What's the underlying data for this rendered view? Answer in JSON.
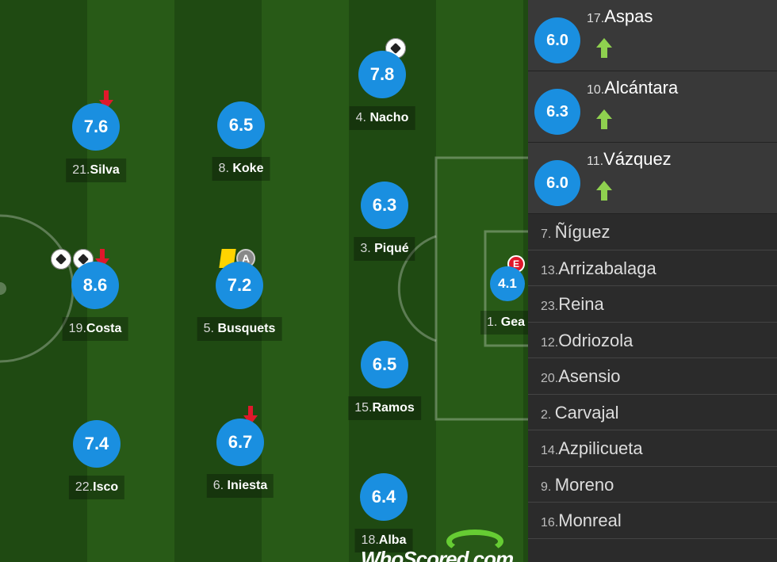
{
  "starters": [
    {
      "num": "21.",
      "name": "Silva",
      "rating": "7.6",
      "icons": [
        "sub-off-icon"
      ]
    },
    {
      "num": "8. ",
      "name": "Koke",
      "rating": "6.5",
      "icons": []
    },
    {
      "num": "4. ",
      "name": "Nacho",
      "rating": "7.8",
      "icons": [
        "goal-ball-icon"
      ]
    },
    {
      "num": "3. ",
      "name": "Piqué",
      "rating": "6.3",
      "icons": []
    },
    {
      "num": "19.",
      "name": "Costa",
      "rating": "8.6",
      "icons": [
        "goal-ball-icon",
        "goal-ball-icon",
        "sub-off-icon"
      ]
    },
    {
      "num": "5. ",
      "name": "Busquets",
      "rating": "7.2",
      "icons": [
        "yellow-card-icon",
        "captain-icon"
      ]
    },
    {
      "num": "1. ",
      "name": "Gea",
      "rating": "4.1",
      "icons": [
        "own-goal-error-icon"
      ]
    },
    {
      "num": "15.",
      "name": "Ramos",
      "rating": "6.5",
      "icons": []
    },
    {
      "num": "22.",
      "name": "Isco",
      "rating": "7.4",
      "icons": []
    },
    {
      "num": "6. ",
      "name": "Iniesta",
      "rating": "6.7",
      "icons": [
        "sub-off-icon"
      ]
    },
    {
      "num": "18.",
      "name": "Alba",
      "rating": "6.4",
      "icons": []
    }
  ],
  "icon_labels": {
    "captain": "A",
    "error": "E"
  },
  "subs_in": [
    {
      "num": "17.",
      "name": "Aspas",
      "rating": "6.0"
    },
    {
      "num": "10.",
      "name": "Alcántara",
      "rating": "6.3"
    },
    {
      "num": "11.",
      "name": "Vázquez",
      "rating": "6.0"
    }
  ],
  "bench": [
    {
      "num": "7. ",
      "name": "Ñíguez"
    },
    {
      "num": "13.",
      "name": "Arrizabalaga"
    },
    {
      "num": "23.",
      "name": "Reina"
    },
    {
      "num": "12.",
      "name": "Odriozola"
    },
    {
      "num": "20.",
      "name": "Asensio"
    },
    {
      "num": "2. ",
      "name": "Carvajal"
    },
    {
      "num": "14.",
      "name": "Azpilicueta"
    },
    {
      "num": "9. ",
      "name": "Moreno"
    },
    {
      "num": "16.",
      "name": "Monreal"
    }
  ],
  "logo_text": "WhoScored.com",
  "colors": {
    "rating_bubble": "#1a8fe0",
    "sub_arrow_in": "#8fd14f",
    "sub_arrow_out": "#e0182b",
    "yellow_card": "#ffd400",
    "pitch_dark": "#1f4a12",
    "pitch_light": "#285a17"
  }
}
